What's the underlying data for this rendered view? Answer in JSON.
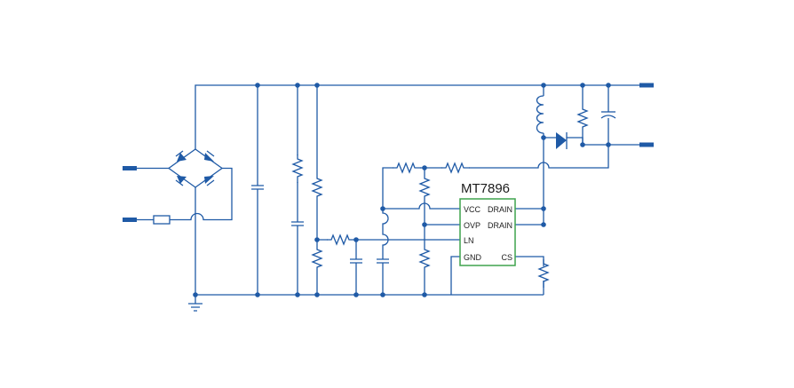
{
  "colors": {
    "wire": "#1f5aa6",
    "chip_border": "#3fa34d",
    "text": "#1c1c1c"
  },
  "ic": {
    "part_number": "MT7896",
    "pins_left": [
      "VCC",
      "OVP",
      "LN",
      "GND"
    ],
    "pins_right": [
      "DRAIN",
      "DRAIN",
      "CS"
    ]
  }
}
